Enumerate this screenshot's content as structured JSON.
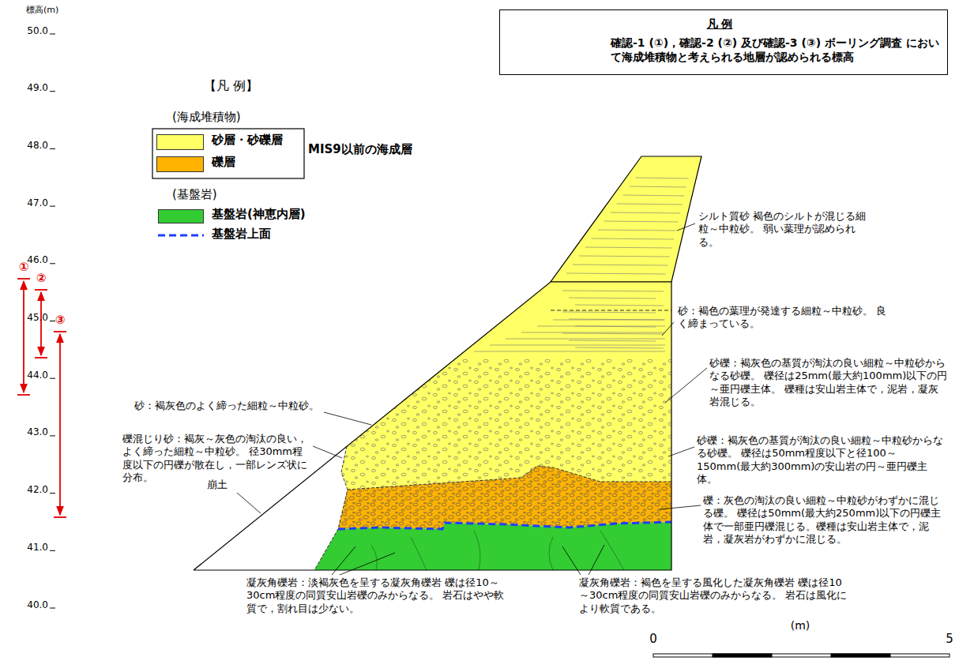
{
  "diagram": {
    "nodes": [
      {
        "text": [
          "凡 例",
          "確認-1 (①)，確認-2 (②) 及び確認-3 (③) ボーリング調査 において海成堆積物と考えられる地層が認められる標高"
        ]
      }
    ],
    "labels": [
      "標高(m)",
      "50.0",
      "49.0",
      "48.0",
      "47.0",
      "46.0",
      "45.0",
      "44.0",
      "43.0",
      "42.0",
      "41.0",
      "40.0",
      "【凡 例】",
      "(海成堆積物)",
      "MIS9以前の海成層",
      "(基盤岩)",
      "①",
      "②",
      "③",
      "シルト質砂 褐色のシルトが混じる細粒～中粒砂。 弱い葉理が認められる。",
      "砂：褐色の葉理が発達する細粒～中粒砂。 良く締まっている。",
      "砂礫：褐灰色の基質が淘汰の良い細粒～中粒砂からなる砂礫。 礫径は25mm(最大約100mm)以下の円～亜円礫主体。 礫種は安山岩主体で，泥岩，凝灰岩混じる。",
      "砂礫：褐灰色の基質が淘汰の良い細粒～中粒砂からなる砂礫。 礫径は50mm程度以下と径100～150mm(最大約300mm)の安山岩の円～亜円礫主体。",
      "礫：灰色の淘汰の良い細粒～中粒砂がわずかに混じる礫。 礫径は50mm(最大約250mm)以下の円礫主体で一部亜円礫混じる。礫種は安山岩主体で，泥岩，凝灰岩がわずかに混じる。",
      "砂：褐灰色のよく締った細粒～中粒砂。",
      "礫混じり砂：褐灰～灰色の淘汰の良い，よく締った細粒～中粒砂。 径30mm程度以下の円礫が散在し，一部レンズ状に分布。",
      "崩土",
      "凝灰角礫岩：淡褐灰色を呈する凝灰角礫岩 礫は径10～30cm程度の同質安山岩礫のみからなる。 岩石はやや軟質で，割れ目は少ない。",
      "凝灰角礫岩：褐色を呈する風化した凝灰角礫岩 礫は径10～30cm程度の同質安山岩礫のみからなる。 岩石は風化により軟質である。",
      "0",
      "(m)",
      "5"
    ],
    "legend": [
      {
        "text": "砂層・砂礫層",
        "color": "#ffff66"
      },
      {
        "text": "礫層",
        "color": "#ffb300"
      },
      {
        "text": "基盤岩(神恵内層)",
        "color": "#33cc33"
      },
      {
        "text": "基盤岩上面"
      }
    ]
  }
}
